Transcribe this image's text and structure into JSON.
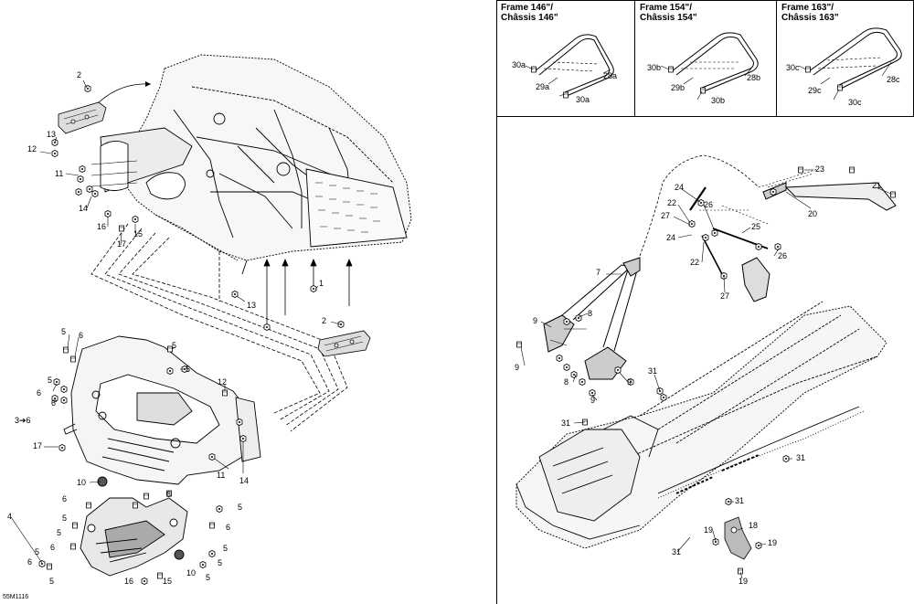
{
  "document_code": "55M1116",
  "frame_panels": [
    {
      "line1": "Frame 146\"/",
      "line2": "Châssis 146\""
    },
    {
      "line1": "Frame 154\"/",
      "line2": "Châssis 154\""
    },
    {
      "line1": "Frame 163\"/",
      "line2": "Châssis 163\""
    }
  ],
  "left_callouts": [
    "2",
    "13",
    "12",
    "11",
    "14",
    "16",
    "17",
    "15",
    "13",
    "1",
    "2",
    "5",
    "6",
    "5",
    "5",
    "5",
    "6",
    "6",
    "3➔6",
    "17",
    "12",
    "11",
    "14",
    "10",
    "6",
    "5",
    "5",
    "6",
    "4",
    "5",
    "6",
    "5",
    "6",
    "16",
    "15",
    "10",
    "5",
    "5",
    "6",
    "5",
    "5"
  ],
  "frame_callouts": {
    "f146": [
      "30a",
      "28a",
      "29a",
      "30a"
    ],
    "f154": [
      "30b",
      "28b",
      "29b",
      "30b"
    ],
    "f163": [
      "30c",
      "28c",
      "29c",
      "30c"
    ]
  },
  "right_callouts": [
    "23",
    "21",
    "24",
    "22",
    "27",
    "26",
    "20",
    "25",
    "24",
    "26",
    "22",
    "27",
    "7",
    "9",
    "8",
    "9",
    "9",
    "8",
    "9",
    "31",
    "31",
    "31",
    "31",
    "18",
    "19",
    "19",
    "19",
    "31"
  ]
}
